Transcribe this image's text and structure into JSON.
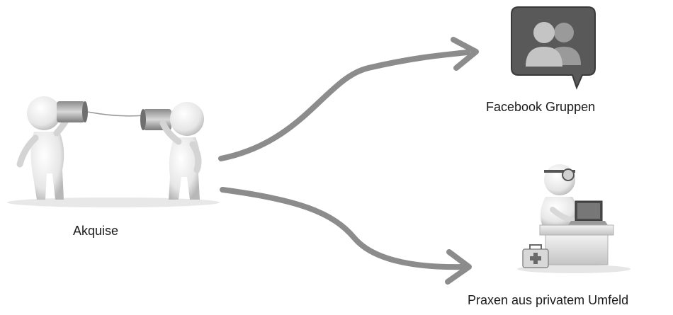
{
  "diagram": {
    "source": {
      "label": "Akquise",
      "icon": "tin-can-telephone-figures-icon"
    },
    "targets": [
      {
        "label": "Facebook Gruppen",
        "icon": "facebook-groups-icon"
      },
      {
        "label": "Praxen aus privatem Umfeld",
        "icon": "doctor-at-desk-icon"
      }
    ],
    "colors": {
      "arrow": "#8c8c8c",
      "fb_icon_bg": "#595959",
      "fb_icon_fg": "#bdbdbd",
      "figure": "#eeeeee"
    }
  }
}
